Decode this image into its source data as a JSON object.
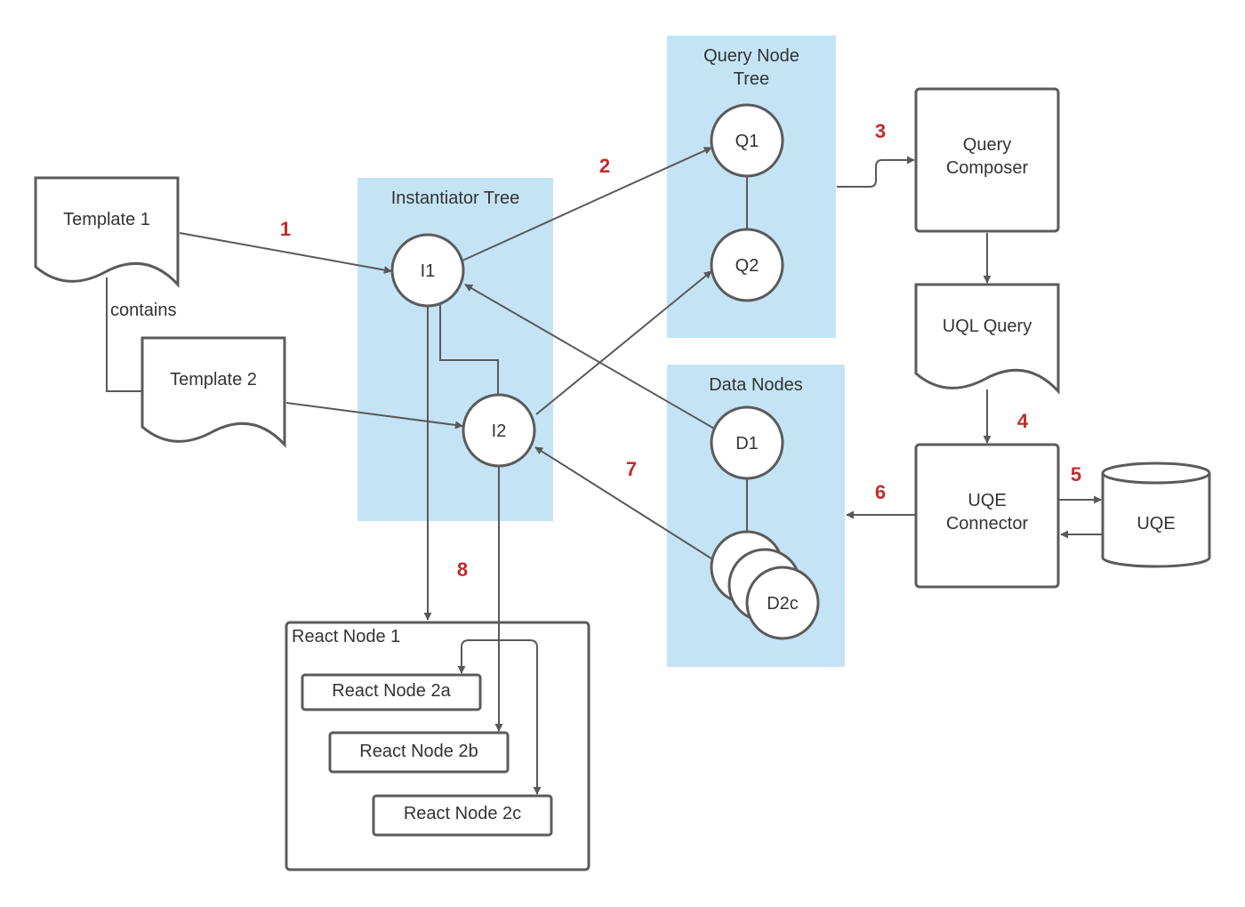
{
  "panels": {
    "instantiator_tree": "Instantiator Tree",
    "query_node_tree": [
      "Query Node",
      "Tree"
    ],
    "data_nodes": "Data Nodes"
  },
  "documents": {
    "template_1": "Template 1",
    "template_2": "Template 2",
    "uql_query": "UQL Query"
  },
  "edge_labels": {
    "contains": "contains"
  },
  "nodes": {
    "i1": "I1",
    "i2": "I2",
    "q1": "Q1",
    "q2": "Q2",
    "d1": "D1",
    "d2c": "D2c"
  },
  "boxes": {
    "query_composer": [
      "Query",
      "Composer"
    ],
    "uqe_connector": [
      "UQE",
      "Connector"
    ],
    "uqe": "UQE"
  },
  "react": {
    "node_1": "React Node 1",
    "node_2a": "React Node 2a",
    "node_2b": "React Node 2b",
    "node_2c": "React Node 2c"
  },
  "steps": [
    "1",
    "2",
    "3",
    "4",
    "5",
    "6",
    "7",
    "8"
  ],
  "colors": {
    "panel": "#c4e4f6",
    "step_number": "#c62a2a",
    "stroke": "#5b5b5b"
  }
}
